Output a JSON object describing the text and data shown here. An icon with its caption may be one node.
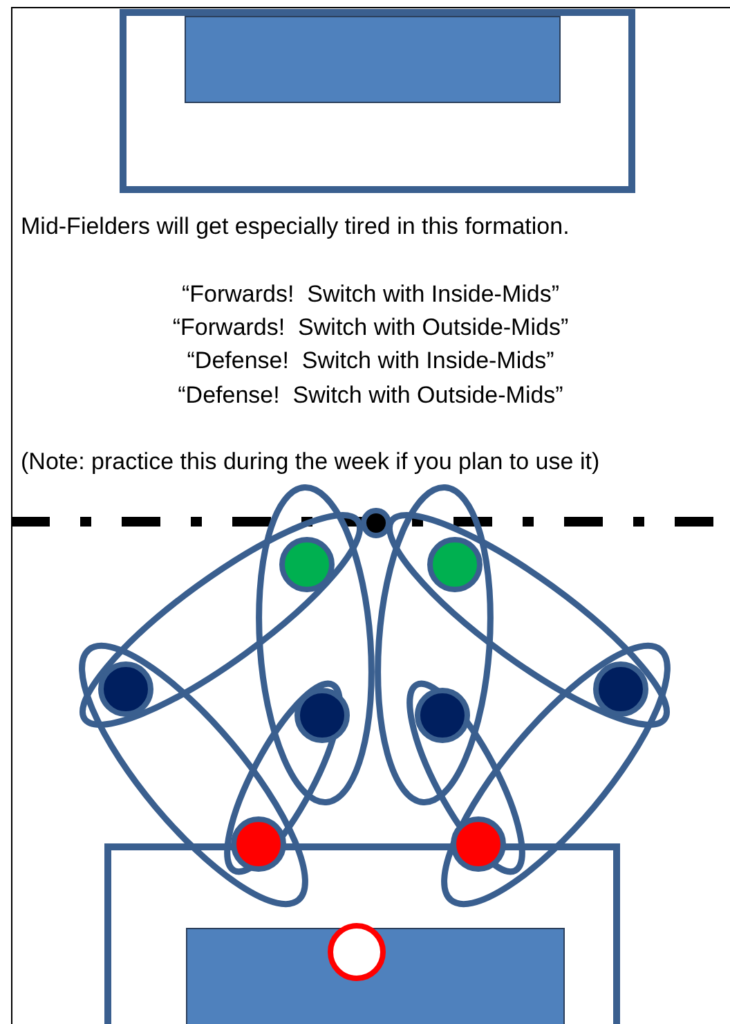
{
  "diagram": {
    "labels": [
      "Mid-Fielders will get especially tired in this formation.",
      "“Forwards!  Switch with Inside-Mids”",
      "“Forwards!  Switch with Outside-Mids”",
      "“Defense!  Switch with Inside-Mids”",
      "“Defense!  Switch with Outside-Mids”",
      "(Note: practice this during the week if you plan to use it)"
    ]
  }
}
